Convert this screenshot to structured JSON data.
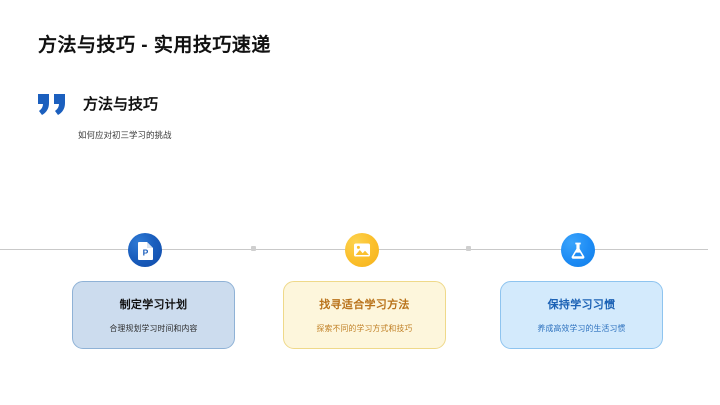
{
  "slide": {
    "title": "方法与技巧 - 实用技巧速递",
    "background_color": "#ffffff"
  },
  "quote": {
    "icon": "quote-mark-icon",
    "icon_color": "#1b5fbe",
    "heading": "方法与技巧",
    "subtitle": "如何应对初三学习的挑战"
  },
  "timeline": {
    "line_color": "#c9c9c9",
    "dot_color": "#cfcfcf",
    "nodes": [
      {
        "icon": "document-p-icon",
        "icon_color": "#1b5fbe",
        "card": {
          "title": "制定学习计划",
          "subtitle": "合理规划学习时间和内容",
          "background_color": "#ccdcee",
          "border_color": "#8fb2d6",
          "title_color": "#111111"
        }
      },
      {
        "icon": "image-picture-icon",
        "icon_color": "#fbc02d",
        "card": {
          "title": "找寻适合学习方法",
          "subtitle": "探索不同的学习方式和技巧",
          "background_color": "#fdf6dc",
          "border_color": "#efd98a",
          "title_color": "#b9721a"
        }
      },
      {
        "icon": "flask-beaker-icon",
        "icon_color": "#1f8df5",
        "card": {
          "title": "保持学习习惯",
          "subtitle": "养成高效学习的生活习惯",
          "background_color": "#d3eafc",
          "border_color": "#8ec4ef",
          "title_color": "#1c62b5"
        }
      }
    ]
  }
}
